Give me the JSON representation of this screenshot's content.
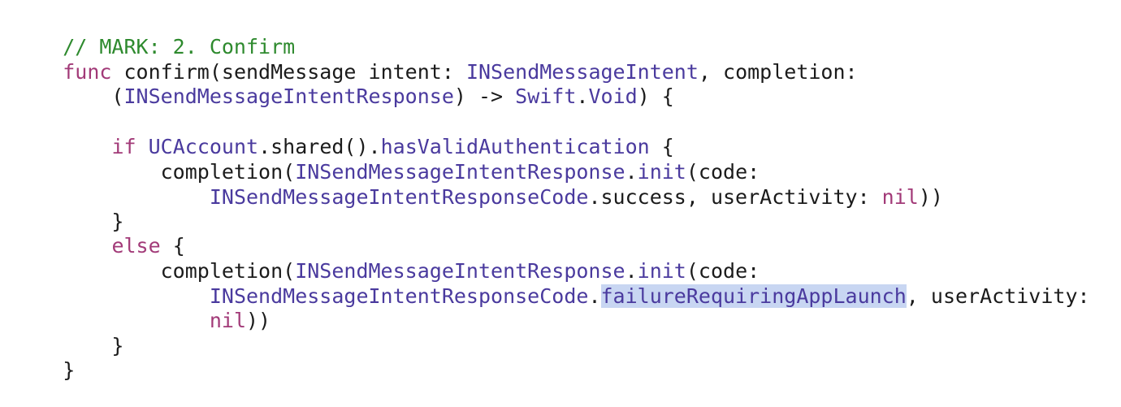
{
  "colors": {
    "background": "#ffffff",
    "plain": "#1b1b1b",
    "comment": "#2e8a2e",
    "keyword": "#a23a78",
    "type": "#4a3a9e",
    "selection": "#c8d6f2"
  },
  "code": {
    "l1": {
      "t1": "// MARK: 2. Confirm"
    },
    "l2": {
      "t1": "func",
      "t2": " confirm(sendMessage intent: ",
      "t3": "INSendMessageIntent",
      "t4": ", completion:"
    },
    "l3": {
      "t1": "    (",
      "t2": "INSendMessageIntentResponse",
      "t3": ") -> ",
      "t4": "Swift",
      "t5": ".",
      "t6": "Void",
      "t7": ") {"
    },
    "l5": {
      "t1": "    ",
      "t2": "if",
      "t3": " ",
      "t4": "UCAccount",
      "t5": ".shared().",
      "t6": "hasValidAuthentication",
      "t7": " {"
    },
    "l6": {
      "t1": "        completion(",
      "t2": "INSendMessageIntentResponse",
      "t3": ".",
      "t4": "init",
      "t5": "(code:"
    },
    "l7": {
      "t1": "            ",
      "t2": "INSendMessageIntentResponseCode",
      "t3": ".success, userActivity: ",
      "t4": "nil",
      "t5": "))"
    },
    "l8": {
      "t1": "    }"
    },
    "l9": {
      "t1": "    ",
      "t2": "else",
      "t3": " {"
    },
    "l10": {
      "t1": "        completion(",
      "t2": "INSendMessageIntentResponse",
      "t3": ".",
      "t4": "init",
      "t5": "(code:"
    },
    "l11": {
      "t1": "            ",
      "t2": "INSendMessageIntentResponseCode",
      "t3": ".",
      "t4": "failureRequiringAppLaunch",
      "t5": ", userActivity:"
    },
    "l12": {
      "t1": "            ",
      "t2": "nil",
      "t3": "))"
    },
    "l13": {
      "t1": "    }"
    },
    "l14": {
      "t1": "}"
    }
  }
}
